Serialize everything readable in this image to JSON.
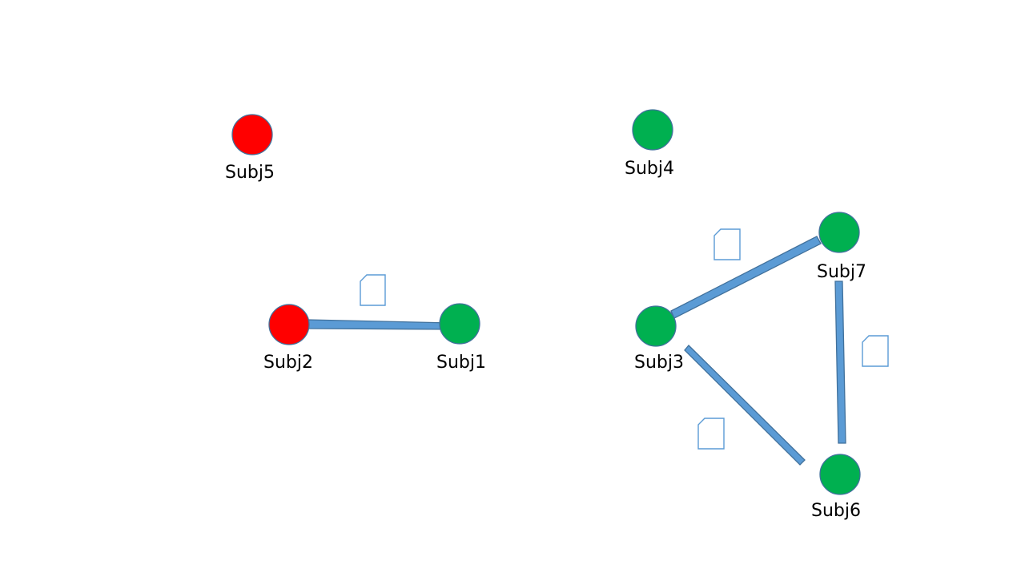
{
  "colors": {
    "red_node": "#ff0000",
    "green_node": "#00b050",
    "edge_fill": "#5b9bd5",
    "edge_stroke": "#41719c",
    "doc_icon_stroke": "#5b9bd5"
  },
  "nodes": [
    {
      "id": "subj5",
      "label": "Subj5",
      "status": "red"
    },
    {
      "id": "subj4",
      "label": "Subj4",
      "status": "green"
    },
    {
      "id": "subj2",
      "label": "Subj2",
      "status": "red"
    },
    {
      "id": "subj1",
      "label": "Subj1",
      "status": "green"
    },
    {
      "id": "subj7",
      "label": "Subj7",
      "status": "green"
    },
    {
      "id": "subj3",
      "label": "Subj3",
      "status": "green"
    },
    {
      "id": "subj6",
      "label": "Subj6",
      "status": "green"
    }
  ],
  "edges": [
    {
      "from": "Subj1",
      "to": "Subj2",
      "arrow": true,
      "icon": "document-icon"
    },
    {
      "from": "Subj3",
      "to": "Subj7",
      "arrow": false,
      "icon": "document-icon"
    },
    {
      "from": "Subj7",
      "to": "Subj6",
      "arrow": false,
      "icon": "document-icon"
    },
    {
      "from": "Subj3",
      "to": "Subj6",
      "arrow": false,
      "icon": "document-icon"
    }
  ]
}
